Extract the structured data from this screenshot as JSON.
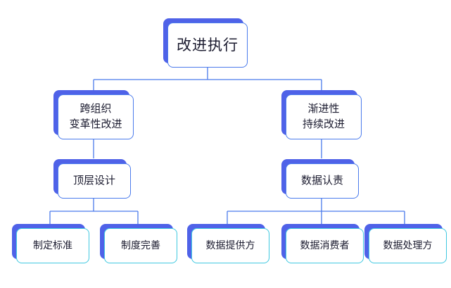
{
  "diagram": {
    "title": "改进执行",
    "type": "org-tree",
    "colors": {
      "node_border_blue": "#4b7bec",
      "node_border_cyan": "#3ec8e0",
      "shadow": "#4f62e8",
      "connector": "#4b7bec",
      "background": "#ffffff",
      "text": "#1b1b2f"
    },
    "nodes": {
      "root": {
        "line1": "改进执行"
      },
      "branch_left": {
        "line1": "跨组织",
        "line2": "变革性改进"
      },
      "branch_right": {
        "line1": "渐进性",
        "line2": "持续改进"
      },
      "left_child": {
        "line1": "顶层设计"
      },
      "right_child": {
        "line1": "数据认责"
      },
      "leaf_1": {
        "line1": "制定标准"
      },
      "leaf_2": {
        "line1": "制度完善"
      },
      "leaf_3": {
        "line1": "数据提供方"
      },
      "leaf_4": {
        "line1": "数据消费者"
      },
      "leaf_5": {
        "line1": "数据处理方"
      }
    }
  }
}
